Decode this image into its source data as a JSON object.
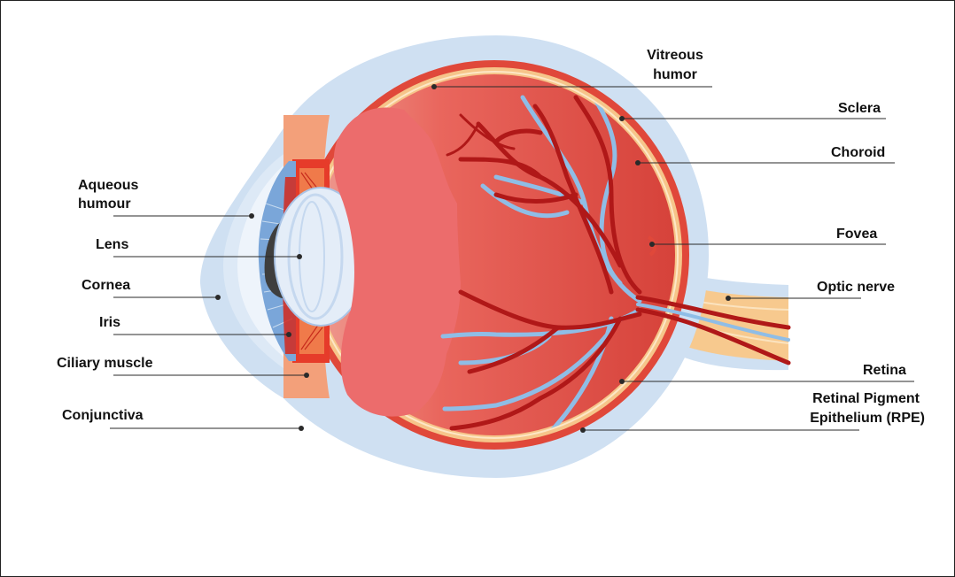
{
  "diagram": {
    "labels": {
      "aqueous_humour_1": "Aqueous",
      "aqueous_humour_2": "humour",
      "lens": "Lens",
      "cornea": "Cornea",
      "iris": "Iris",
      "ciliary_muscle": "Ciliary muscle",
      "conjunctiva": "Conjunctiva",
      "vitreous_1": "Vitreous",
      "vitreous_2": "humor",
      "sclera": "Sclera",
      "choroid": "Choroid",
      "fovea": "Fovea",
      "optic_nerve": "Optic nerve",
      "retina": "Retina",
      "rpe_1": "Retinal Pigment",
      "rpe_2": "Epithelium (RPE)"
    },
    "colors": {
      "sclera": "#cfe0f2",
      "choroid": "#e0483a",
      "retina": "#f6c58a",
      "vitreous": "#e8645c",
      "artery": "#b01818",
      "vein": "#8fbde6",
      "lens": "#e4edf8",
      "nerve": "#f7c98e"
    }
  }
}
